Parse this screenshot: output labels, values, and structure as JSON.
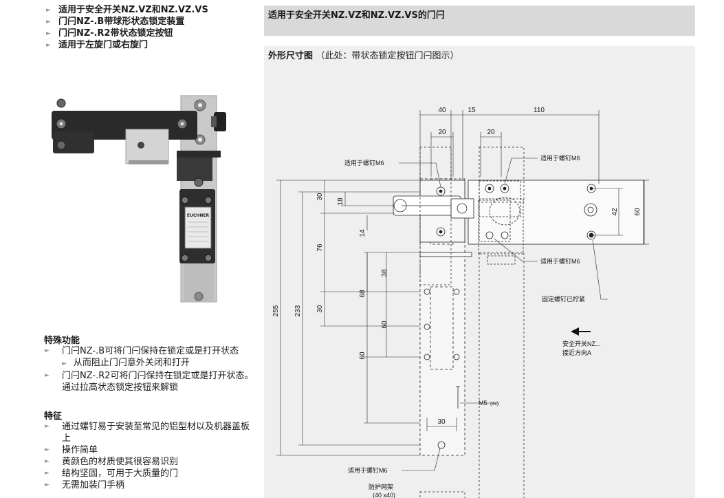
{
  "features": [
    "适用于安全开关NZ.VZ和NZ.VZ.VS",
    "门闩NZ-.B带球形状态锁定装置",
    "门闩NZ-.R2带状态锁定按钮",
    "适用于左旋门或右旋门"
  ],
  "special": {
    "title": "特殊功能",
    "item1": "门闩NZ-.B可将门闩保持在锁定或是打开状态",
    "item1_sub": "从而阻止门闩意外关闭和打开",
    "item2": "门闩NZ-.R2可将门闩保持在锁定或是打开状态。通过拉高状态锁定按钮来解锁"
  },
  "characteristics": {
    "title": "特征",
    "items": [
      "通过螺钉易于安装至常见的铝型材以及机器盖板上",
      "操作简单",
      "黄颜色的材质使其很容易识别",
      "结构坚固，可用于大质量的门",
      "无需加装门手柄"
    ]
  },
  "photo": {
    "brand": "EUCHNER"
  },
  "header": {
    "title": "适用于安全开关NZ.VZ和NZ.VZ.VS的门闩"
  },
  "drawing": {
    "title": "外形尺寸图",
    "subtitle": "（此处：带状态锁定按钮门闩图示）",
    "dims": {
      "d40": "40",
      "d15": "15",
      "d110": "110",
      "d20a": "20",
      "d20b": "20",
      "d30a": "30",
      "d18": "18",
      "d14": "14",
      "d76": "76",
      "d38": "38",
      "d68": "68",
      "d30b": "30",
      "d60a": "60",
      "d60b": "60",
      "d255": "255",
      "d233": "233",
      "d42": "42",
      "d60c": "60",
      "d30c": "30"
    },
    "labels": {
      "screw_m6_1": "适用于螺钉M6",
      "screw_m6_2": "适用于螺钉M6",
      "screw_m6_3": "适用于螺钉M6",
      "screw_m6_4": "适用于螺钉M6",
      "fixing": "固定螺钉已拧紧",
      "switch": "安全开关NZ...",
      "approach": "接近方向A",
      "m5": "M5",
      "m5_qty": "(4x)",
      "guard": "防护网架",
      "guard_size": "(40 x40)"
    }
  }
}
